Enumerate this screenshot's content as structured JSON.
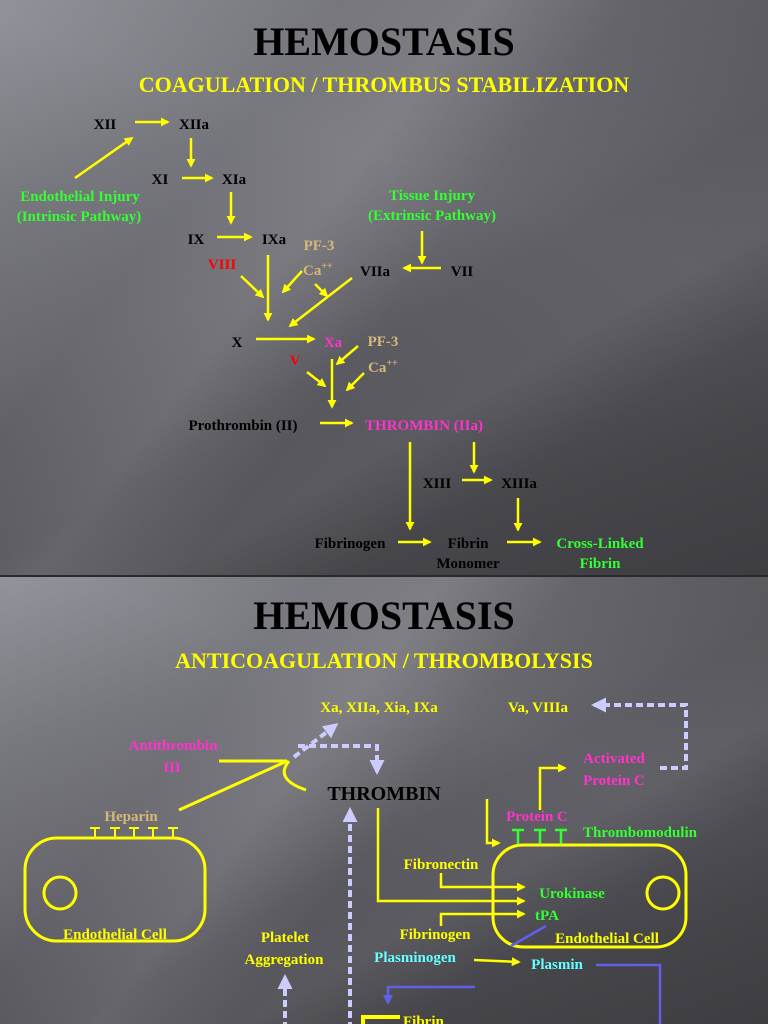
{
  "colors": {
    "black": "#000000",
    "yellow": "#ffff00",
    "green": "#33ff33",
    "magenta": "#ff33cc",
    "red": "#ff0000",
    "tan": "#d6b878",
    "cyan": "#66ffff",
    "lavender": "#ccccff",
    "blue": "#6060e8"
  },
  "coagulation_slide": {
    "title": "HEMOSTASIS",
    "subtitle": "COAGULATION / THROMBUS STABILIZATION",
    "intrinsic_pathway": {
      "line1": "Endothelial Injury",
      "line2": "(Intrinsic Pathway)"
    },
    "extrinsic_pathway": {
      "line1": "Tissue Injury",
      "line2": "(Extrinsic Pathway)"
    },
    "factors": {
      "xii": "XII",
      "xiia": "XIIa",
      "xi": "XI",
      "xia": "XIa",
      "ix": "IX",
      "ixa": "IXa",
      "viii": "VIII",
      "vii": "VII",
      "viia": "VIIa",
      "x": "X",
      "xa": "Xa",
      "v": "V",
      "prothrombin": "Prothrombin (II)",
      "thrombin": "THROMBIN (IIa)",
      "xiii": "XIII",
      "xiiia": "XIIIa",
      "fibrinogen": "Fibrinogen"
    },
    "ixa_cofactors": {
      "pf3": "PF-3",
      "calcium": "Ca",
      "calcium_charge": "++"
    },
    "xa_cofactors": {
      "pf3": "PF-3",
      "calcium": "Ca",
      "calcium_charge": "++"
    },
    "fibrin_monomer": {
      "line1": "Fibrin",
      "line2": "Monomer"
    },
    "cross_linked_fibrin": {
      "line1": "Cross-Linked",
      "line2": "Fibrin"
    }
  },
  "anticoagulation_slide": {
    "title": "HEMOSTASIS",
    "subtitle": "ANTICOAGULATION / THROMBOLYSIS",
    "inactivated_factors": "Xa, XIIa, Xia, IXa",
    "inactivated_cofactors": "Va, VIIIa",
    "antithrombin": {
      "line1": "Antithrombin",
      "line2": "III"
    },
    "heparin": "Heparin",
    "thrombin": "THROMBIN",
    "activated_protein_c": {
      "line1": "Activated",
      "line2": "Protein C"
    },
    "protein_c": "Protein C",
    "thrombomodulin": "Thrombomodulin",
    "fibronectin": "Fibronectin",
    "urokinase": "Urokinase",
    "tpa": "tPA",
    "fibrinogen": "Fibrinogen",
    "endothelial_cell_left": "Endothelial Cell",
    "endothelial_cell_right": "Endothelial Cell",
    "platelet_aggregation": {
      "line1": "Platelet",
      "line2": "Aggregation"
    },
    "plasminogen": "Plasminogen",
    "plasmin": "Plasmin",
    "fibrin": "Fibrin"
  }
}
